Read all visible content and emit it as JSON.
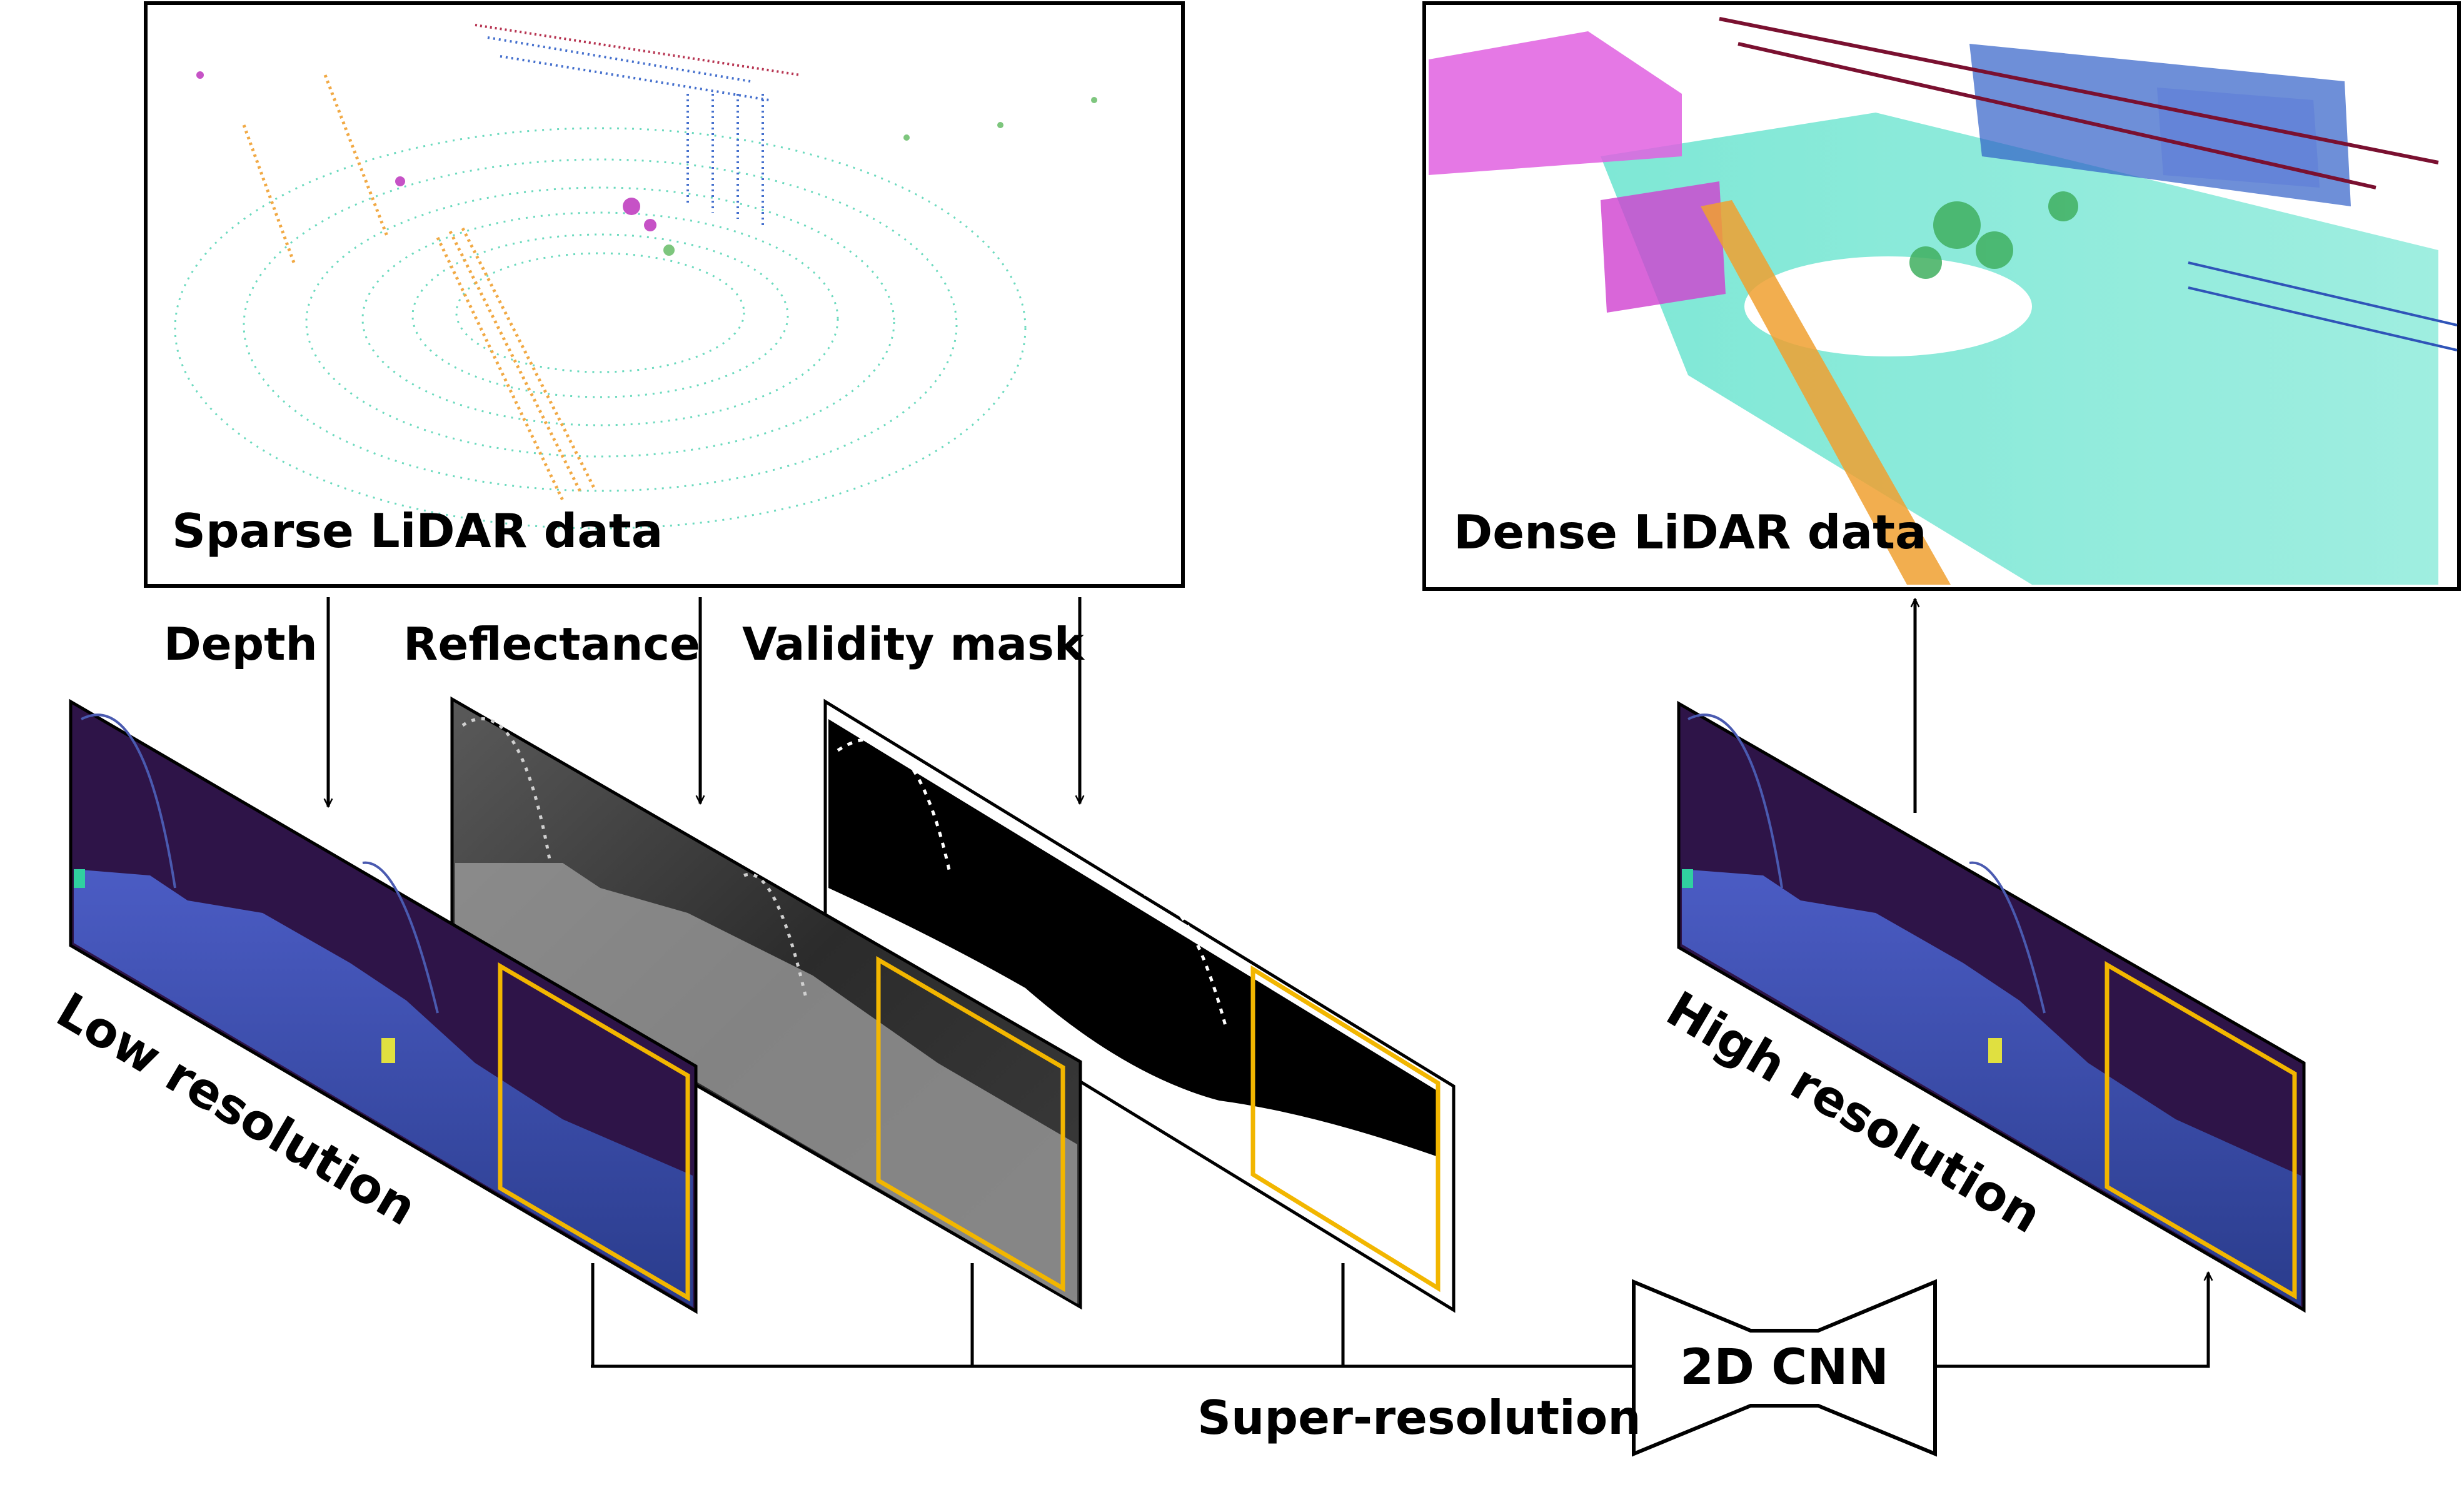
{
  "panels": {
    "sparse": {
      "label": "Sparse LiDAR data"
    },
    "dense": {
      "label": "Dense LiDAR data"
    }
  },
  "channels": {
    "depth": "Depth",
    "reflectance": "Reflectance",
    "validity": "Validity mask"
  },
  "images": {
    "low_res": "Low resolution",
    "high_res": "High resolution"
  },
  "network": {
    "label": "2D CNN",
    "caption": "Super-resolution"
  },
  "colors": {
    "crop_box": "#f2b600",
    "depth_bg": "#2e1448",
    "depth_ground": "#3a4aa0",
    "line": "#000000"
  }
}
